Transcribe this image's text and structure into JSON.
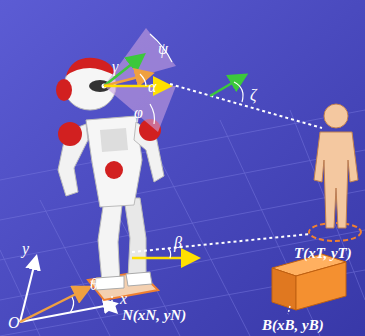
{
  "diagram": {
    "labels": [
      "ψ",
      "γ",
      "α",
      "φ",
      "ζ",
      "β",
      "T(xT, yT)",
      "N(xN, yN)",
      "B(xB, yB)",
      "y",
      "x",
      "O",
      "θ"
    ]
  }
}
